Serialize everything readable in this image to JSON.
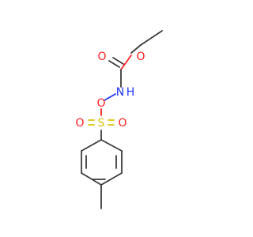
{
  "molecule": {
    "atoms": {
      "carbonyl_oxygen": "O",
      "ester_oxygen": "O",
      "amide_nitrogen": "N",
      "amide_hydrogen": "H",
      "sulfonyl_link_oxygen": "O",
      "sulfur": "S",
      "sulfonyl_oxygen_left": "O",
      "sulfonyl_oxygen_right": "O"
    },
    "colors": {
      "carbon_bond": "#3b3b3b",
      "oxygen": "#ff1f1f",
      "nitrogen": "#1f35ff",
      "sulfur": "#d7c400"
    }
  }
}
